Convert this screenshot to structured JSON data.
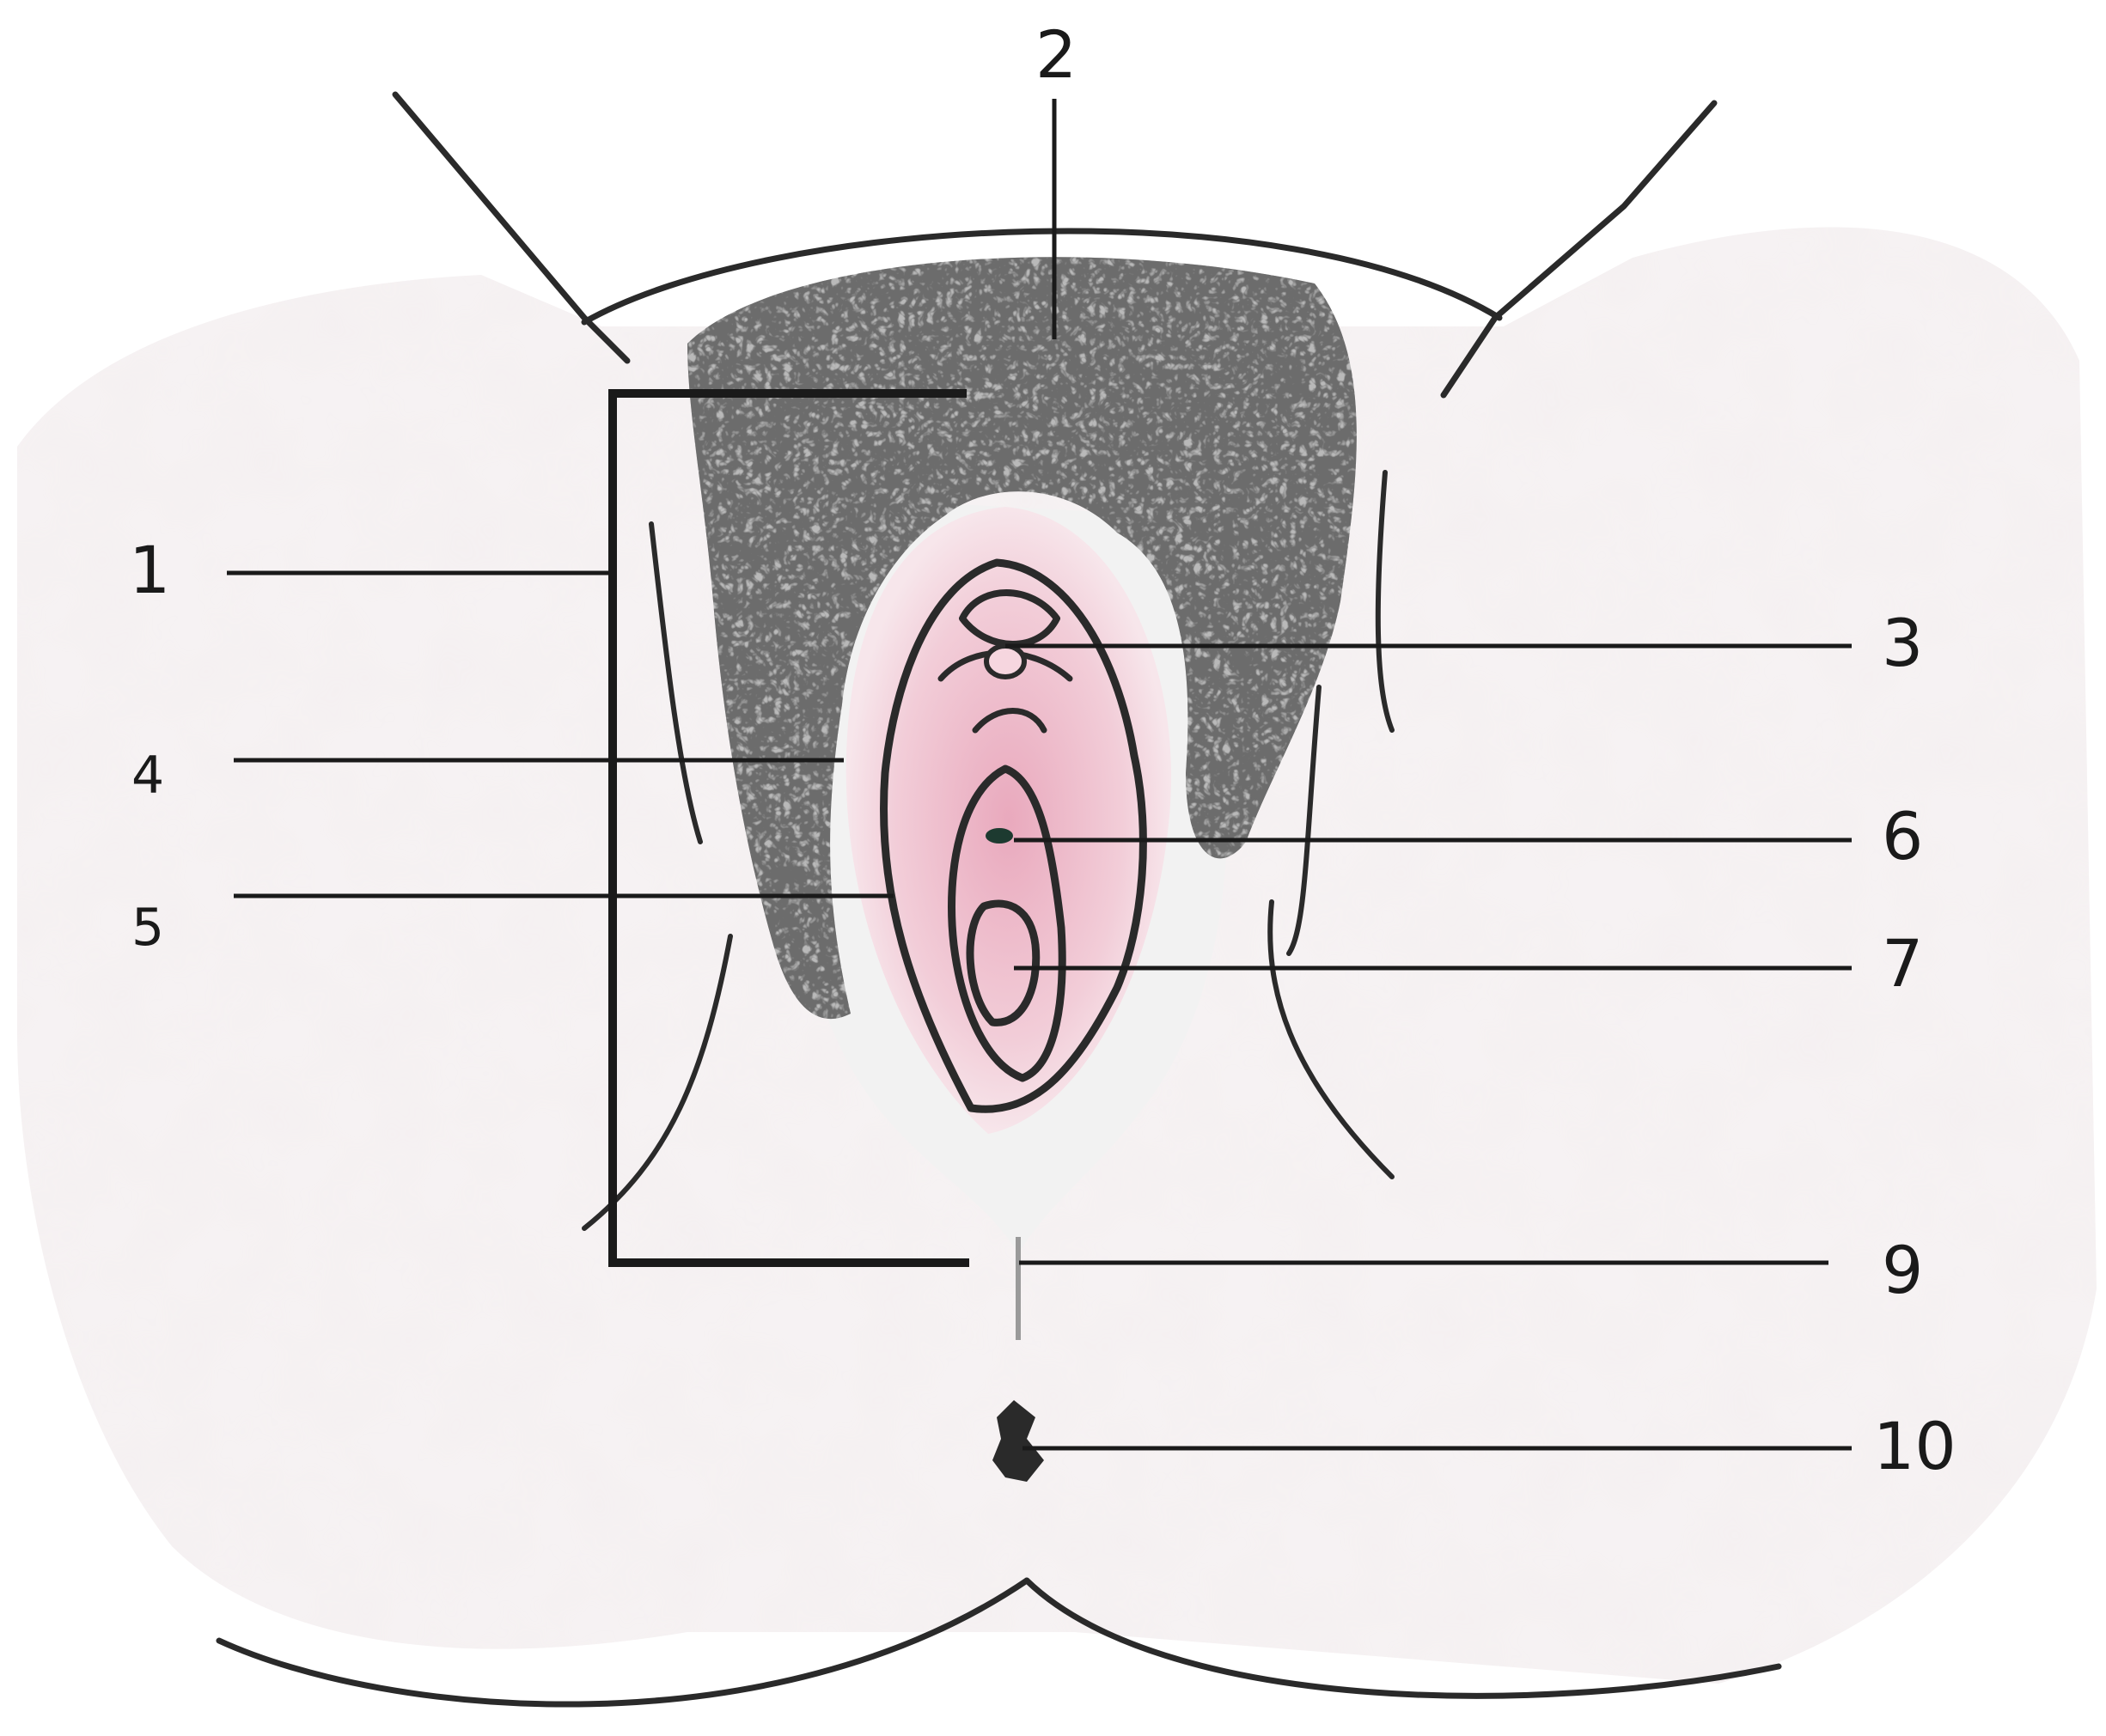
{
  "labels": {
    "l1": "1",
    "l2": "2",
    "l3": "3",
    "l4": "4",
    "l5": "5",
    "l6": "6",
    "l7": "7",
    "l9": "9",
    "l10": "10"
  },
  "colors": {
    "ink": "#1a1a1a",
    "skin_shade": "#f3eeef",
    "pink_outer": "#f0c6d2",
    "pink_mid": "#d9849e",
    "pink_inner": "#c9607f",
    "hair_dark": "#2b2b2b",
    "hair_light": "#8a8a8a"
  }
}
